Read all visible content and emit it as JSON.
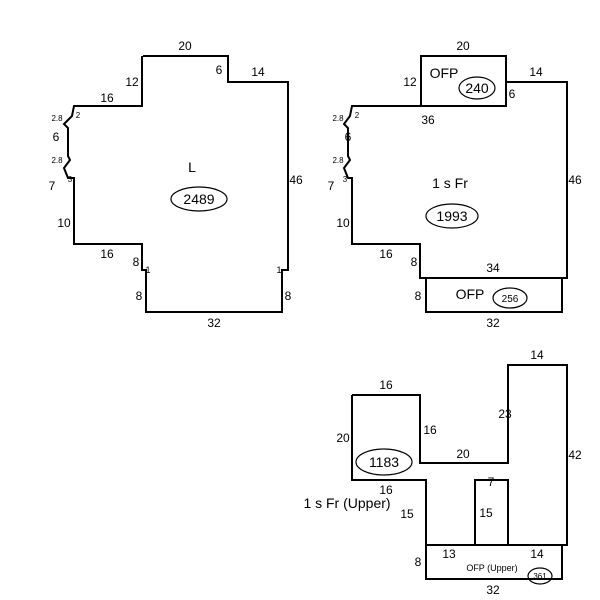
{
  "sketch1": {
    "label": "L",
    "area": "2489",
    "dims": {
      "top": "20",
      "step_down": "6",
      "right_top": "14",
      "right": "46",
      "right_small": "1",
      "right_bottom": "8",
      "bottom": "32",
      "left_bottom": "8",
      "left_small": "1",
      "left_step_in": "8",
      "bottom_left": "16",
      "left_lower": "10",
      "left_mid": "7",
      "notch_small_a": "3",
      "notch_small_b": "2.8",
      "notch_mid": "6",
      "notch_small_c": "2.8",
      "notch_small_d": "2",
      "left_upper": "16",
      "left_riser": "12"
    }
  },
  "sketch2": {
    "ofp_label": "OFP",
    "ofp_area": "240",
    "main_label": "1 s Fr",
    "main_area": "1993",
    "ofp_bottom_label": "OFP",
    "ofp_bottom_area": "256",
    "dims": {
      "top": "20",
      "riser": "12",
      "ofp_right": "6",
      "right_top": "14",
      "right": "46",
      "inner_top": "36",
      "inner_bottom": "34",
      "bottom_left": "16",
      "left_step": "8",
      "left_lower": "10",
      "left_mid": "7",
      "notch_a": "3",
      "notch_b": "2.8",
      "notch_mid": "6",
      "notch_c": "2.8",
      "notch_d": "2",
      "ofp_left": "8",
      "bottom": "32"
    }
  },
  "sketch3": {
    "main_label": "1 s Fr  (Upper)",
    "main_area": "1183",
    "ofp_label": "OFP (Upper)",
    "ofp_area": "361",
    "dims": {
      "top_left": "16",
      "left": "20",
      "inner_right": "16",
      "mid_top": "20",
      "right_riser": "23",
      "right_top": "14",
      "right": "42",
      "left_inner": "16",
      "left_lower": "15",
      "notch_top": "7",
      "notch_left": "15",
      "bottom_left_seg": "13",
      "bottom_right_seg": "14",
      "ofp_left": "8",
      "bottom": "32"
    }
  }
}
